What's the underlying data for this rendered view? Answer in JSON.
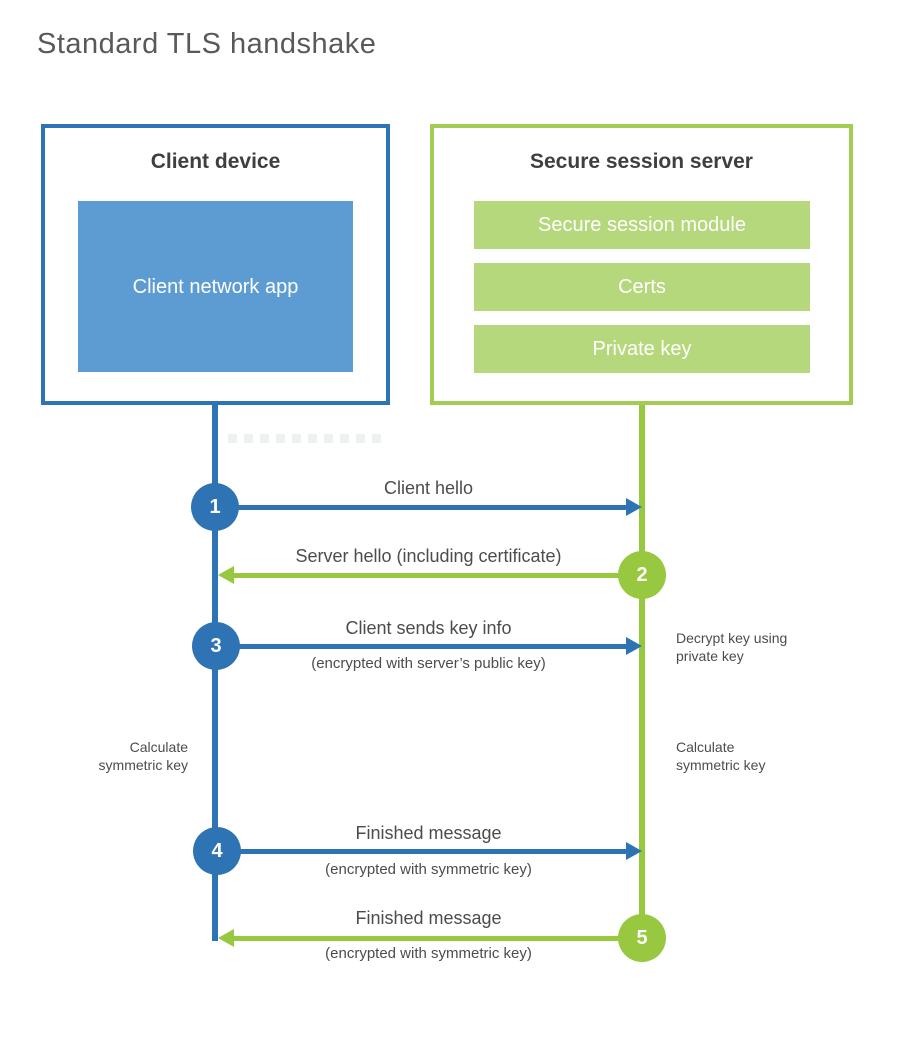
{
  "title": "Standard TLS handshake",
  "client": {
    "title": "Client device",
    "app": "Client network app"
  },
  "server": {
    "title": "Secure session server",
    "modules": [
      "Secure session module",
      "Certs",
      "Private key"
    ]
  },
  "steps": [
    {
      "num": "1",
      "label": "Client hello",
      "sub": "",
      "direction": "client-to-server"
    },
    {
      "num": "2",
      "label": "Server hello (including certificate)",
      "sub": "",
      "direction": "server-to-client"
    },
    {
      "num": "3",
      "label": "Client sends key info",
      "sub": "(encrypted with server’s public key)",
      "direction": "client-to-server"
    },
    {
      "num": "4",
      "label": "Finished message",
      "sub": "(encrypted with symmetric key)",
      "direction": "client-to-server"
    },
    {
      "num": "5",
      "label": "Finished message",
      "sub": "(encrypted with symmetric key)",
      "direction": "server-to-client"
    }
  ],
  "notes": {
    "decrypt": "Decrypt key using private key",
    "calc_left": "Calculate symmetric key",
    "calc_right": "Calculate symmetric key"
  },
  "colors": {
    "blue": "#2e74b4",
    "blue_light": "#5d9cd3",
    "green": "#97c83f",
    "green_border": "#a2cc53",
    "green_light": "#b6d87d",
    "label_text": "#4c4c4e"
  }
}
